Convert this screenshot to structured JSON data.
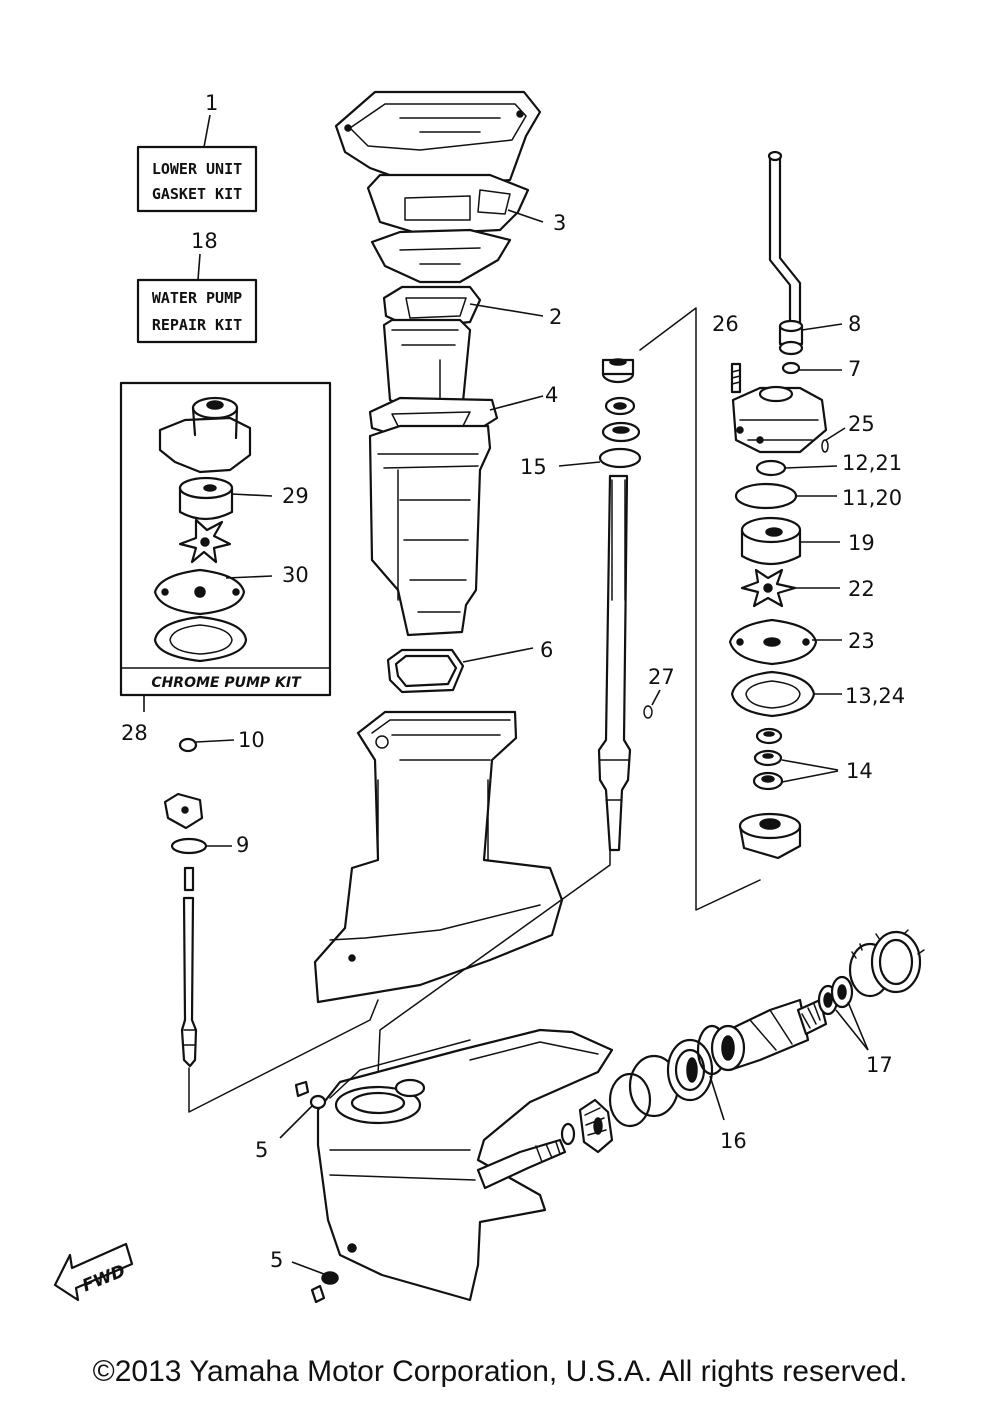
{
  "callouts": {
    "c1": "1",
    "c2": "2",
    "c3": "3",
    "c4": "4",
    "c5a": "5",
    "c5b": "5",
    "c6": "6",
    "c7": "7",
    "c8": "8",
    "c9": "9",
    "c10": "10",
    "c11": "11,20",
    "c12": "12,21",
    "c13": "13,24",
    "c14": "14",
    "c15": "15",
    "c16": "16",
    "c17": "17",
    "c18": "18",
    "c19": "19",
    "c22": "22",
    "c23": "23",
    "c25": "25",
    "c26": "26",
    "c27": "27",
    "c28": "28",
    "c29": "29",
    "c30": "30"
  },
  "kits": {
    "lower_unit": {
      "line1": "LOWER UNIT",
      "line2": "GASKET KIT"
    },
    "water_pump": {
      "line1": "WATER PUMP",
      "line2": "REPAIR KIT"
    },
    "chrome_pump": "CHROME PUMP KIT"
  },
  "direction_label": "FWD",
  "copyright": "©2013 Yamaha Motor Corporation, U.S.A. All rights reserved."
}
